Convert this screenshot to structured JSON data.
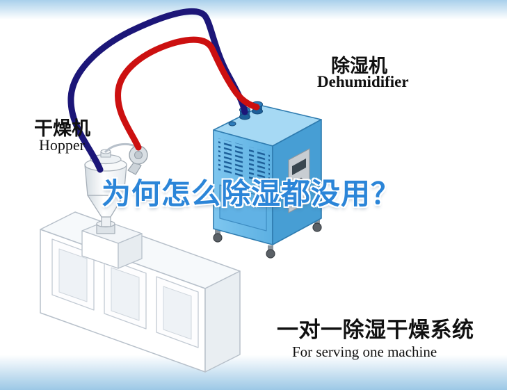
{
  "equipment_labels": {
    "hopper": {
      "zh": "干燥机",
      "en": "Hopper"
    },
    "dehumidifier": {
      "zh": "除湿机",
      "en": "Dehumidifier"
    }
  },
  "headline": {
    "text": "为何怎么除湿都没用？",
    "color": "#2b85d8"
  },
  "caption": {
    "zh": "一对一除湿干燥系统",
    "en": "For serving one machine"
  },
  "illustration": {
    "pipes": [
      {
        "name": "blue-pipe",
        "color": "#1c1678"
      },
      {
        "name": "red-pipe",
        "color": "#cc1010"
      }
    ],
    "dehumidifier_body_color": "#5cb0e2",
    "machine_body_color": "#ffffff",
    "background_tint": "#a9d0eb"
  }
}
